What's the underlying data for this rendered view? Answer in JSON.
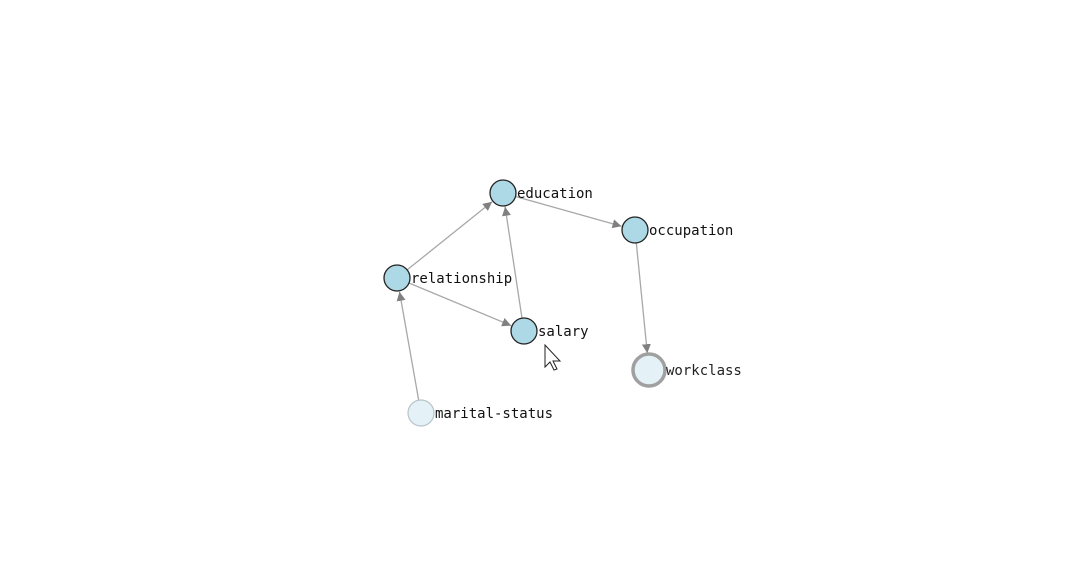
{
  "graph": {
    "nodes": [
      {
        "id": "education",
        "label": "education",
        "style": "normal"
      },
      {
        "id": "occupation",
        "label": "occupation",
        "style": "normal"
      },
      {
        "id": "relationship",
        "label": "relationship",
        "style": "normal"
      },
      {
        "id": "salary",
        "label": "salary",
        "style": "normal"
      },
      {
        "id": "workclass",
        "label": "workclass",
        "style": "highlight"
      },
      {
        "id": "marital-status",
        "label": "marital-status",
        "style": "faded"
      }
    ],
    "edges": [
      {
        "from": "relationship",
        "to": "education"
      },
      {
        "from": "salary",
        "to": "education"
      },
      {
        "from": "relationship",
        "to": "salary"
      },
      {
        "from": "education",
        "to": "occupation"
      },
      {
        "from": "occupation",
        "to": "workclass"
      },
      {
        "from": "marital-status",
        "to": "relationship"
      }
    ],
    "colors": {
      "node_fill": "#add8e6",
      "node_stroke": "#222222",
      "faded_fill": "#e4f1f6",
      "faded_stroke": "#b9c4c9",
      "highlight_fill": "#e4f1f6",
      "highlight_stroke": "#a0a0a0",
      "edge": "#a8a8a8",
      "arrow": "#808080"
    }
  },
  "cursor": {
    "icon": "mouse-pointer-icon"
  }
}
